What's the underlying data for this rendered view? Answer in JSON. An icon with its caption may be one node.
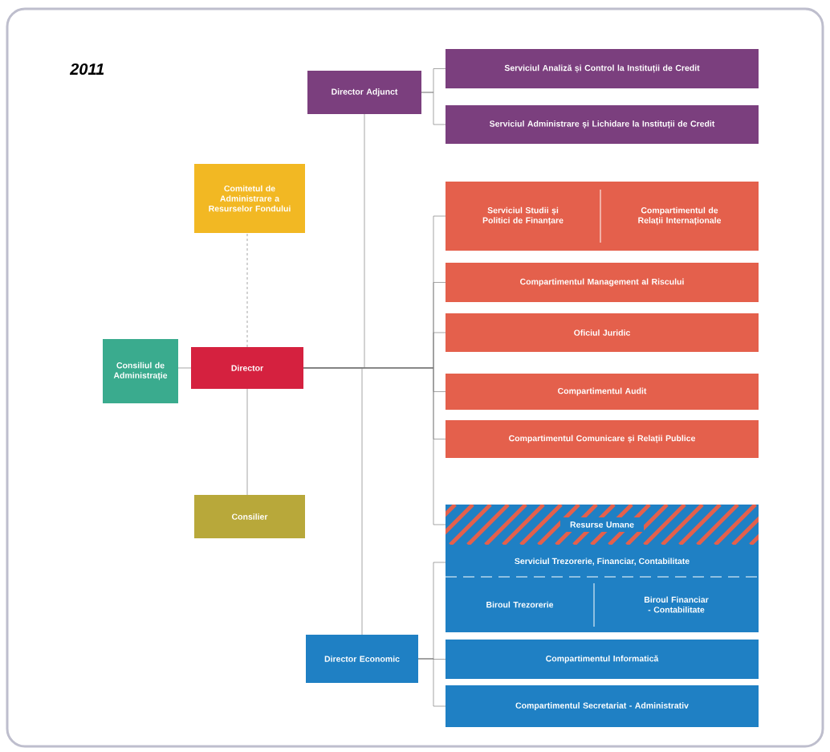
{
  "diagram": {
    "nodes": [
      {
        "text": [
          "Director Adjunct"
        ]
      },
      {
        "text": [
          "Serviciul Analiză și Control la Instituții de Credit"
        ]
      },
      {
        "text": [
          "Serviciul Administrare și Lichidare la Instituții de Credit"
        ]
      },
      {
        "text": [
          "Comitetul de Administrare a Resurselor Fondului"
        ]
      },
      {
        "text": [
          "Serviciul Studii și Politici de Finanțare"
        ]
      },
      {
        "text": [
          "Compartimentul de Relații Internaționale"
        ]
      },
      {
        "text": [
          "Compartimentul Management al Riscului"
        ]
      },
      {
        "text": [
          "Oficiul Juridic"
        ]
      },
      {
        "text": [
          "Consiliul de Administrație"
        ]
      },
      {
        "text": [
          "Director"
        ]
      },
      {
        "text": [
          "Compartimentul Audit"
        ]
      },
      {
        "text": [
          "Compartimentul Comunicare și Relații Publice"
        ]
      },
      {
        "text": [
          "Consilier"
        ]
      },
      {
        "text": [
          "Resurse Umane"
        ]
      },
      {
        "text": [
          "Serviciul Trezorerie, Financiar, Contabilitate"
        ]
      },
      {
        "text": [
          "Biroul Trezorerie"
        ],
        "in": 14
      },
      {
        "text": [
          "Biroul Financiar - Contabilitate"
        ],
        "in": 14
      },
      {
        "text": [
          "Director Economic"
        ]
      },
      {
        "text": [
          "Compartimentul Informatică"
        ]
      },
      {
        "text": [
          "Compartimentul Secretariat - Administrativ"
        ]
      }
    ],
    "edges": [
      {
        "from": 9,
        "to": 8,
        "arrow": "none"
      },
      {
        "from": 9,
        "to": 3,
        "arrow": "none",
        "style": "dashed"
      },
      {
        "from": 9,
        "to": 12,
        "arrow": "none"
      },
      {
        "from": 9,
        "to": 0,
        "arrow": "none"
      },
      {
        "from": 9,
        "to": 17,
        "arrow": "none"
      },
      {
        "from": 9,
        "to": 4,
        "arrow": "none"
      },
      {
        "from": 9,
        "to": 6,
        "arrow": "none"
      },
      {
        "from": 9,
        "to": 7,
        "arrow": "none"
      },
      {
        "from": 9,
        "to": 10,
        "arrow": "none"
      },
      {
        "from": 9,
        "to": 11,
        "arrow": "none"
      },
      {
        "from": 9,
        "to": 13,
        "arrow": "none"
      },
      {
        "from": 0,
        "to": 1,
        "arrow": "none"
      },
      {
        "from": 0,
        "to": 2,
        "arrow": "none"
      },
      {
        "from": 17,
        "to": 14,
        "arrow": "none"
      },
      {
        "from": 17,
        "to": 18,
        "arrow": "none"
      },
      {
        "from": 17,
        "to": 19,
        "arrow": "none"
      }
    ],
    "labels": [
      "2011"
    ]
  }
}
